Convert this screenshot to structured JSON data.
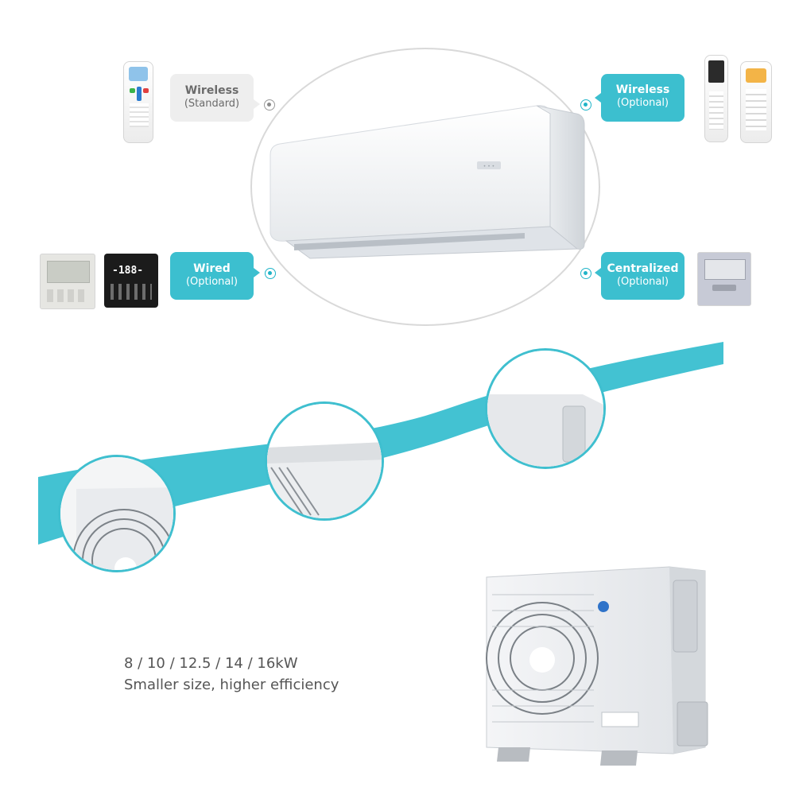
{
  "controllers": {
    "wireless_standard": {
      "title": "Wireless",
      "subtitle": "(Standard)"
    },
    "wireless_optional": {
      "title": "Wireless",
      "subtitle": "(Optional)"
    },
    "wired_optional": {
      "title": "Wired",
      "subtitle": "(Optional)"
    },
    "centralized_optional": {
      "title": "Centralized",
      "subtitle": "(Optional)"
    }
  },
  "remote_lcd_text": {
    "wired_touch_display": "-188-"
  },
  "spec": {
    "capacities": "8 / 10 / 12.5 / 14 / 16kW",
    "tagline": "Smaller size, higher efficiency"
  },
  "colors": {
    "accent_teal": "#3cbfcf",
    "wave_teal": "#43c2d2",
    "standard_tag_bg": "#eeeeee"
  },
  "icons": [
    "remote-control-icon",
    "wired-controller-icon",
    "centralized-controller-icon",
    "fan-grille-icon"
  ]
}
